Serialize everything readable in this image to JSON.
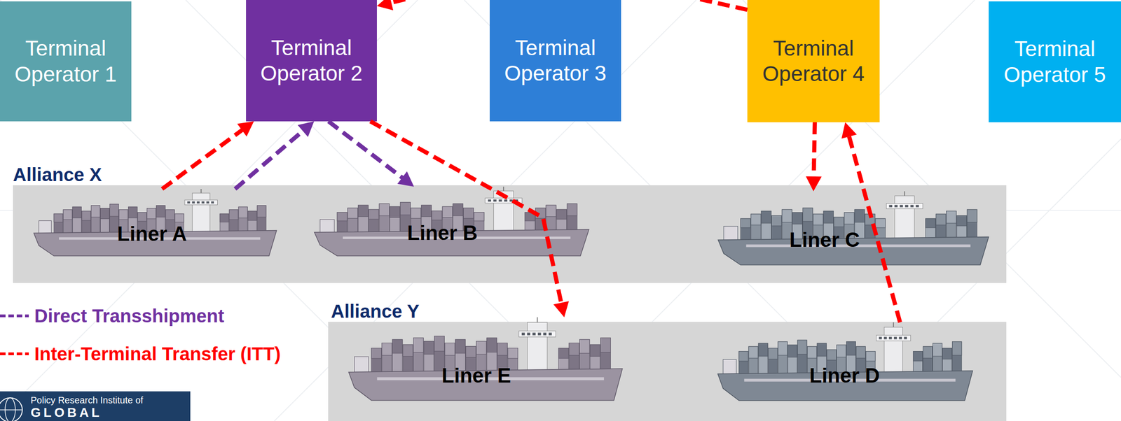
{
  "diagram": {
    "nodes": [
      {
        "text": [
          "Terminal Operator 1"
        ]
      },
      {
        "text": [
          "Terminal Operator 2"
        ]
      },
      {
        "text": [
          "Terminal Operator 3"
        ]
      },
      {
        "text": [
          "Terminal Operator 4"
        ]
      },
      {
        "text": [
          "Terminal Operator 5"
        ]
      },
      {
        "text": [
          "Alliance X"
        ]
      },
      {
        "text": [
          "Liner A"
        ],
        "in": 5
      },
      {
        "text": [
          "Liner B"
        ],
        "in": 5
      },
      {
        "text": [
          "Liner C"
        ],
        "in": 5
      },
      {
        "text": [
          "Alliance Y"
        ]
      },
      {
        "text": [
          "Liner E"
        ],
        "in": 9
      },
      {
        "text": [
          "Liner D"
        ],
        "in": 9
      }
    ],
    "edges": [
      {
        "from": 6,
        "to": 1,
        "arrow": "to"
      },
      {
        "from": 6,
        "to": 1,
        "arrow": "to"
      },
      {
        "from": 1,
        "to": 7,
        "arrow": "to"
      },
      {
        "from": 1,
        "to": 10,
        "arrow": "to"
      },
      {
        "from": 3,
        "to": 8,
        "arrow": "to"
      },
      {
        "from": 11,
        "to": 3,
        "arrow": "to"
      },
      {
        "from": 3,
        "to": 1,
        "arrow": "to"
      }
    ],
    "labels": [
      "Policy Research Institute of",
      "GLOBAL"
    ],
    "legend": [
      {
        "text": "Direct Transshipment"
      },
      {
        "text": "Inter-Terminal Transfer (ITT)"
      }
    ]
  }
}
